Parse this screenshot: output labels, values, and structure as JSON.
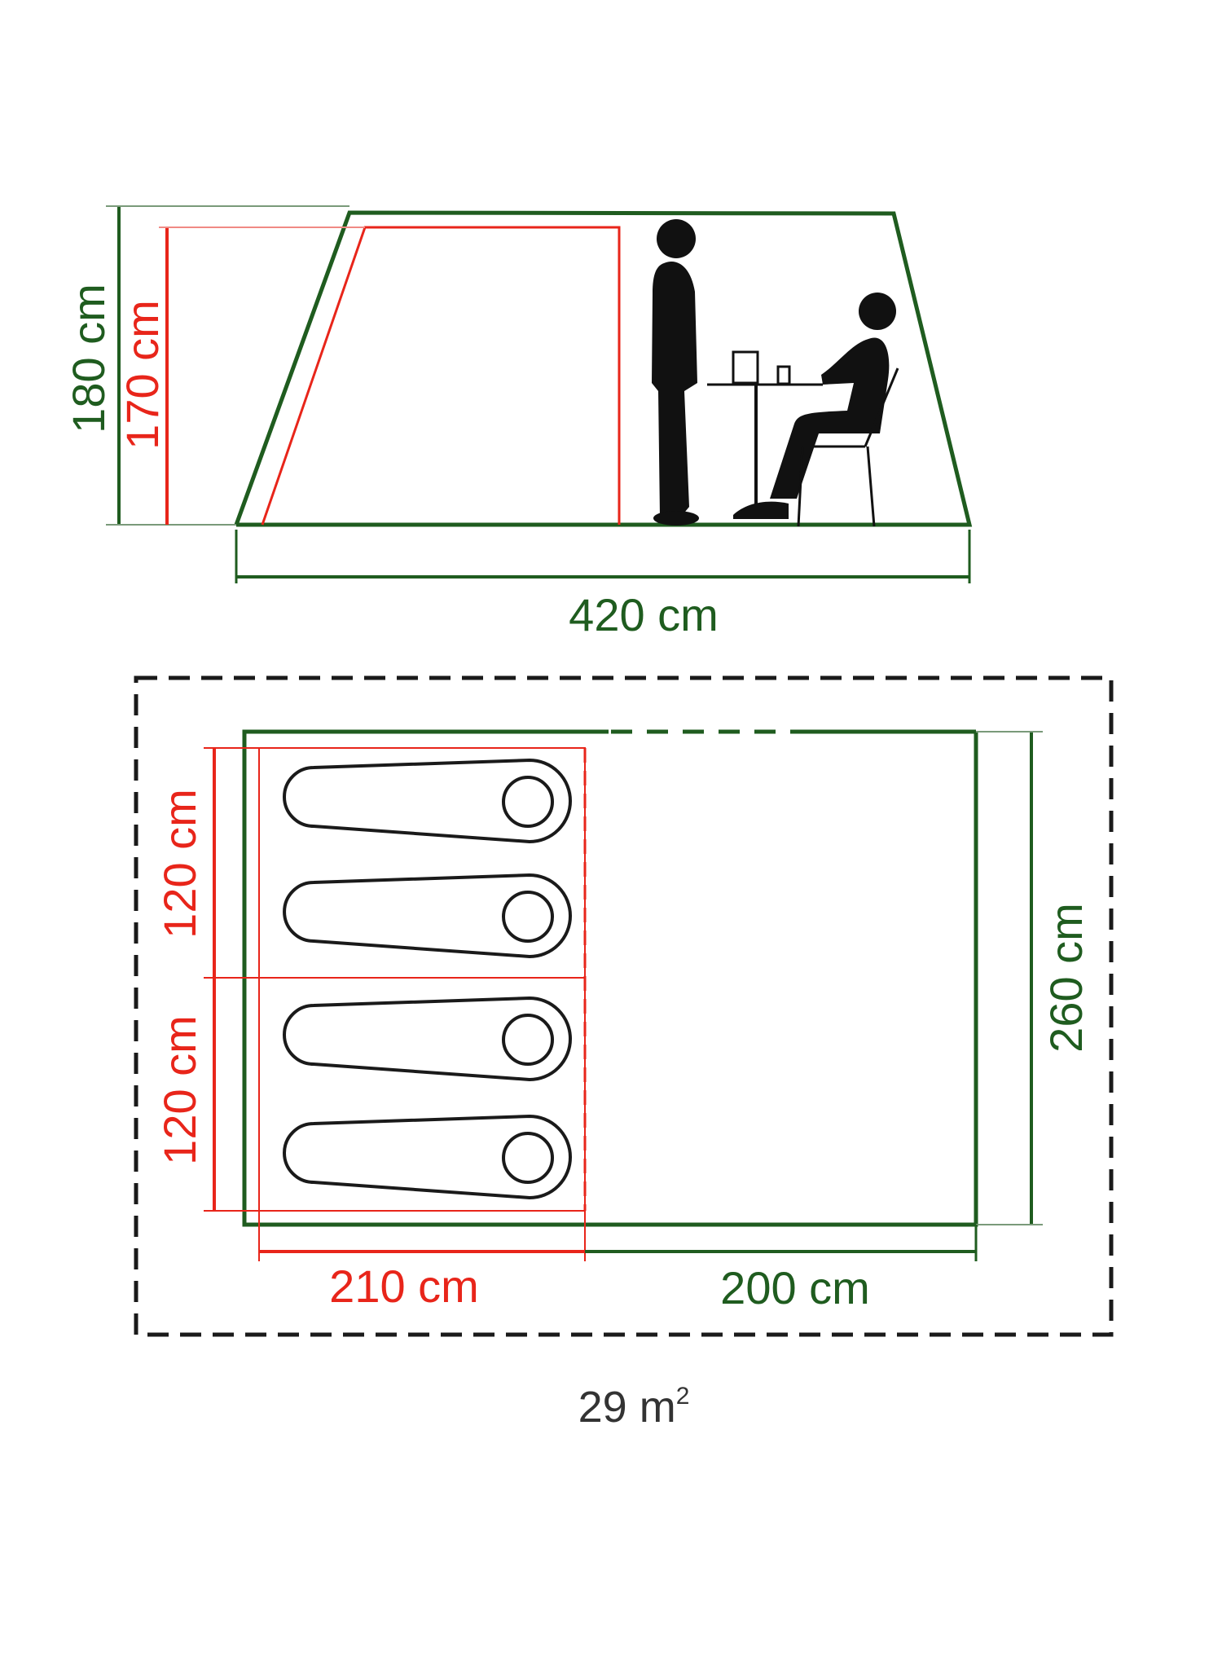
{
  "colors": {
    "outer": "#1f5c1f",
    "inner": "#e8251a",
    "figure": "#111111",
    "footprint": "#1a1a1a",
    "area_text": "#333333"
  },
  "side_view": {
    "outer_height": "180 cm",
    "inner_height": "170 cm",
    "length": "420 cm",
    "icons": [
      "standing-person-icon",
      "seated-person-icon",
      "table-icon",
      "chair-icon",
      "cup-icon"
    ]
  },
  "floor_plan": {
    "bedroom_top_width": "120 cm",
    "bedroom_bottom_width": "120 cm",
    "bedroom_length": "210 cm",
    "living_length": "200 cm",
    "total_width": "260 cm",
    "sleeping_bags": 4,
    "area_value": "29 m",
    "area_exponent": "2",
    "icons": [
      "sleeping-bag-icon",
      "sleeping-bag-icon",
      "sleeping-bag-icon",
      "sleeping-bag-icon"
    ]
  }
}
